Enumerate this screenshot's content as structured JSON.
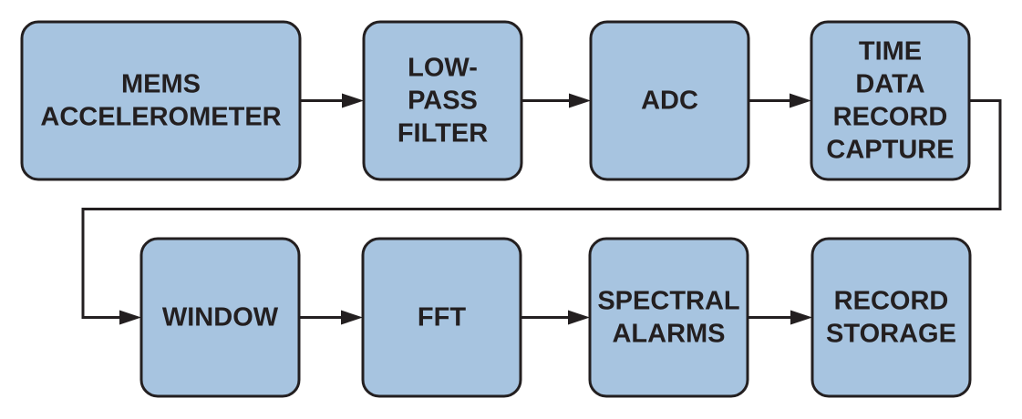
{
  "colors": {
    "block_fill": "#a7c4e0",
    "block_stroke": "#231f20",
    "text": "#231f20",
    "arrow": "#231f20"
  },
  "blocks": [
    {
      "id": "mems-accelerometer",
      "lines": [
        "MEMS",
        "ACCELEROMETER"
      ]
    },
    {
      "id": "low-pass-filter",
      "lines": [
        "LOW-",
        "PASS",
        "FILTER"
      ]
    },
    {
      "id": "adc",
      "lines": [
        "ADC"
      ]
    },
    {
      "id": "time-data-record-capture",
      "lines": [
        "TIME",
        "DATA",
        "RECORD",
        "CAPTURE"
      ]
    },
    {
      "id": "window",
      "lines": [
        "WINDOW"
      ]
    },
    {
      "id": "fft",
      "lines": [
        "FFT"
      ]
    },
    {
      "id": "spectral-alarms",
      "lines": [
        "SPECTRAL",
        "ALARMS"
      ]
    },
    {
      "id": "record-storage",
      "lines": [
        "RECORD",
        "STORAGE"
      ]
    }
  ],
  "connections": [
    {
      "from": "mems-accelerometer",
      "to": "low-pass-filter"
    },
    {
      "from": "low-pass-filter",
      "to": "adc"
    },
    {
      "from": "adc",
      "to": "time-data-record-capture"
    },
    {
      "from": "time-data-record-capture",
      "to": "window"
    },
    {
      "from": "window",
      "to": "fft"
    },
    {
      "from": "fft",
      "to": "spectral-alarms"
    },
    {
      "from": "spectral-alarms",
      "to": "record-storage"
    }
  ]
}
